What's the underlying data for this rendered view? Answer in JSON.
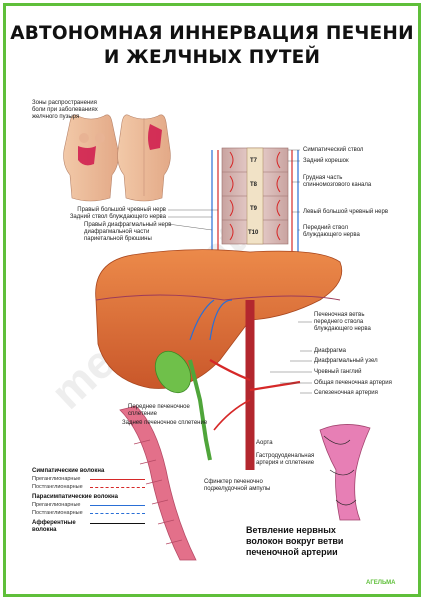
{
  "title": {
    "line1": "АВТОНОМНАЯ ИННЕРВАЦИЯ ПЕЧЕНИ",
    "line2": "И ЖЕЛЧНЫХ ПУТЕЙ"
  },
  "pain_zones_label": [
    "Зоны распространения",
    "боли при заболеваниях",
    "желчного пузыря"
  ],
  "vertebrae": [
    "T7",
    "T8",
    "T9",
    "T10"
  ],
  "labels_left": [
    [
      "Правый большой чревный нерв"
    ],
    [
      "Задний ствол блуждающего нерва"
    ],
    [
      "Правый диафрагмальный нерв",
      "диафрагмальной части",
      "париетальной брюшины"
    ]
  ],
  "labels_right": [
    [
      "Симпатический ствол"
    ],
    [
      "Задний корешок"
    ],
    [
      "Грудная часть",
      "спинномозгового канала"
    ],
    [
      "Левый большой чревный нерв"
    ],
    [
      "Передний ствол",
      "блуждающего нерва"
    ],
    [
      "Печеночная ветвь",
      "переднего ствола",
      "блуждающего нерва"
    ],
    [
      "Диафрагма"
    ],
    [
      "Диафрагмальный узел"
    ],
    [
      "Чревный ганглий"
    ],
    [
      "Общая печеночная артерия"
    ],
    [
      "Селезеночная артерия"
    ]
  ],
  "labels_bottom": {
    "anterior_plexus": [
      "Переднее печеночное",
      "сплетение"
    ],
    "posterior_plexus": "Заднее печеночное сплетение",
    "aorta": "Аорта",
    "gastroduodenal": [
      "Гастродуоденальная",
      "артерия и сплетение"
    ],
    "sphincter": [
      "Сфинктер печеночно",
      "поджелудочной ампулы"
    ]
  },
  "legend": {
    "sympathetic": {
      "title": "Симпатические волокна",
      "pre": "Преганглионарные",
      "post": "Постганглионарные",
      "color": "#d62828"
    },
    "parasympathetic": {
      "title": "Парасимпатические волокна",
      "pre": "Преганглионарные",
      "post": "Постганглионарные",
      "color": "#2a6fd6"
    },
    "afferent": {
      "title": [
        "Афферентные",
        "волокна"
      ],
      "color": "#111111"
    }
  },
  "caption": [
    "Ветвление нервных",
    "волокон вокруг ветви",
    "печеночной артерии"
  ],
  "watermark": "med-plakat.ru",
  "logo": "АГЕЛЬМА",
  "colors": {
    "frame": "#5fbf3a",
    "liver": "#e07a3c",
    "gallbladder": "#6fc04a",
    "artery": "#d62828",
    "vein": "#2a6fd6"
  }
}
